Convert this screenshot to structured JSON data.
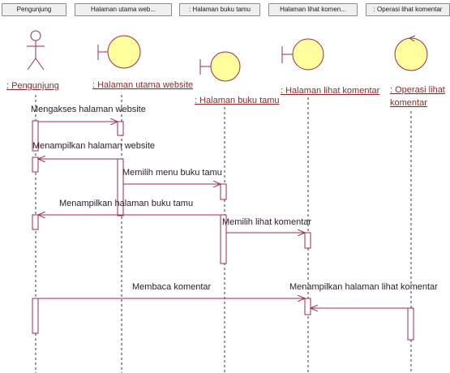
{
  "tabs": [
    "Pengunjung",
    "Halaman utama web...",
    ": Halaman buku tamu",
    "Halaman lihat komen...",
    ": Operasi lihat komentar"
  ],
  "lifelines": [
    {
      "label": ": Pengunjung",
      "kind": "actor-icon"
    },
    {
      "label": ": Halaman utama website",
      "kind": "boundary-icon"
    },
    {
      "label": ": Halaman buku tamu",
      "kind": "boundary-icon"
    },
    {
      "label": ": Halaman lihat komentar",
      "kind": "boundary-icon"
    },
    {
      "label_lines": [
        ": Operasi lihat",
        "komentar"
      ],
      "kind": "control-icon"
    }
  ],
  "messages": [
    "Mengakses halaman website",
    "Menampilkan halaman website",
    "Memilih menu buku tamu",
    "Menampilkan halaman buku tamu",
    "Memilih lihat komentar",
    "Membaca komentar",
    "Menampilkan halaman lihat komentar"
  ],
  "colors": {
    "line": "#9b2d4a",
    "text": "#8a2b2b",
    "icon_fill": "#ffff9e"
  }
}
